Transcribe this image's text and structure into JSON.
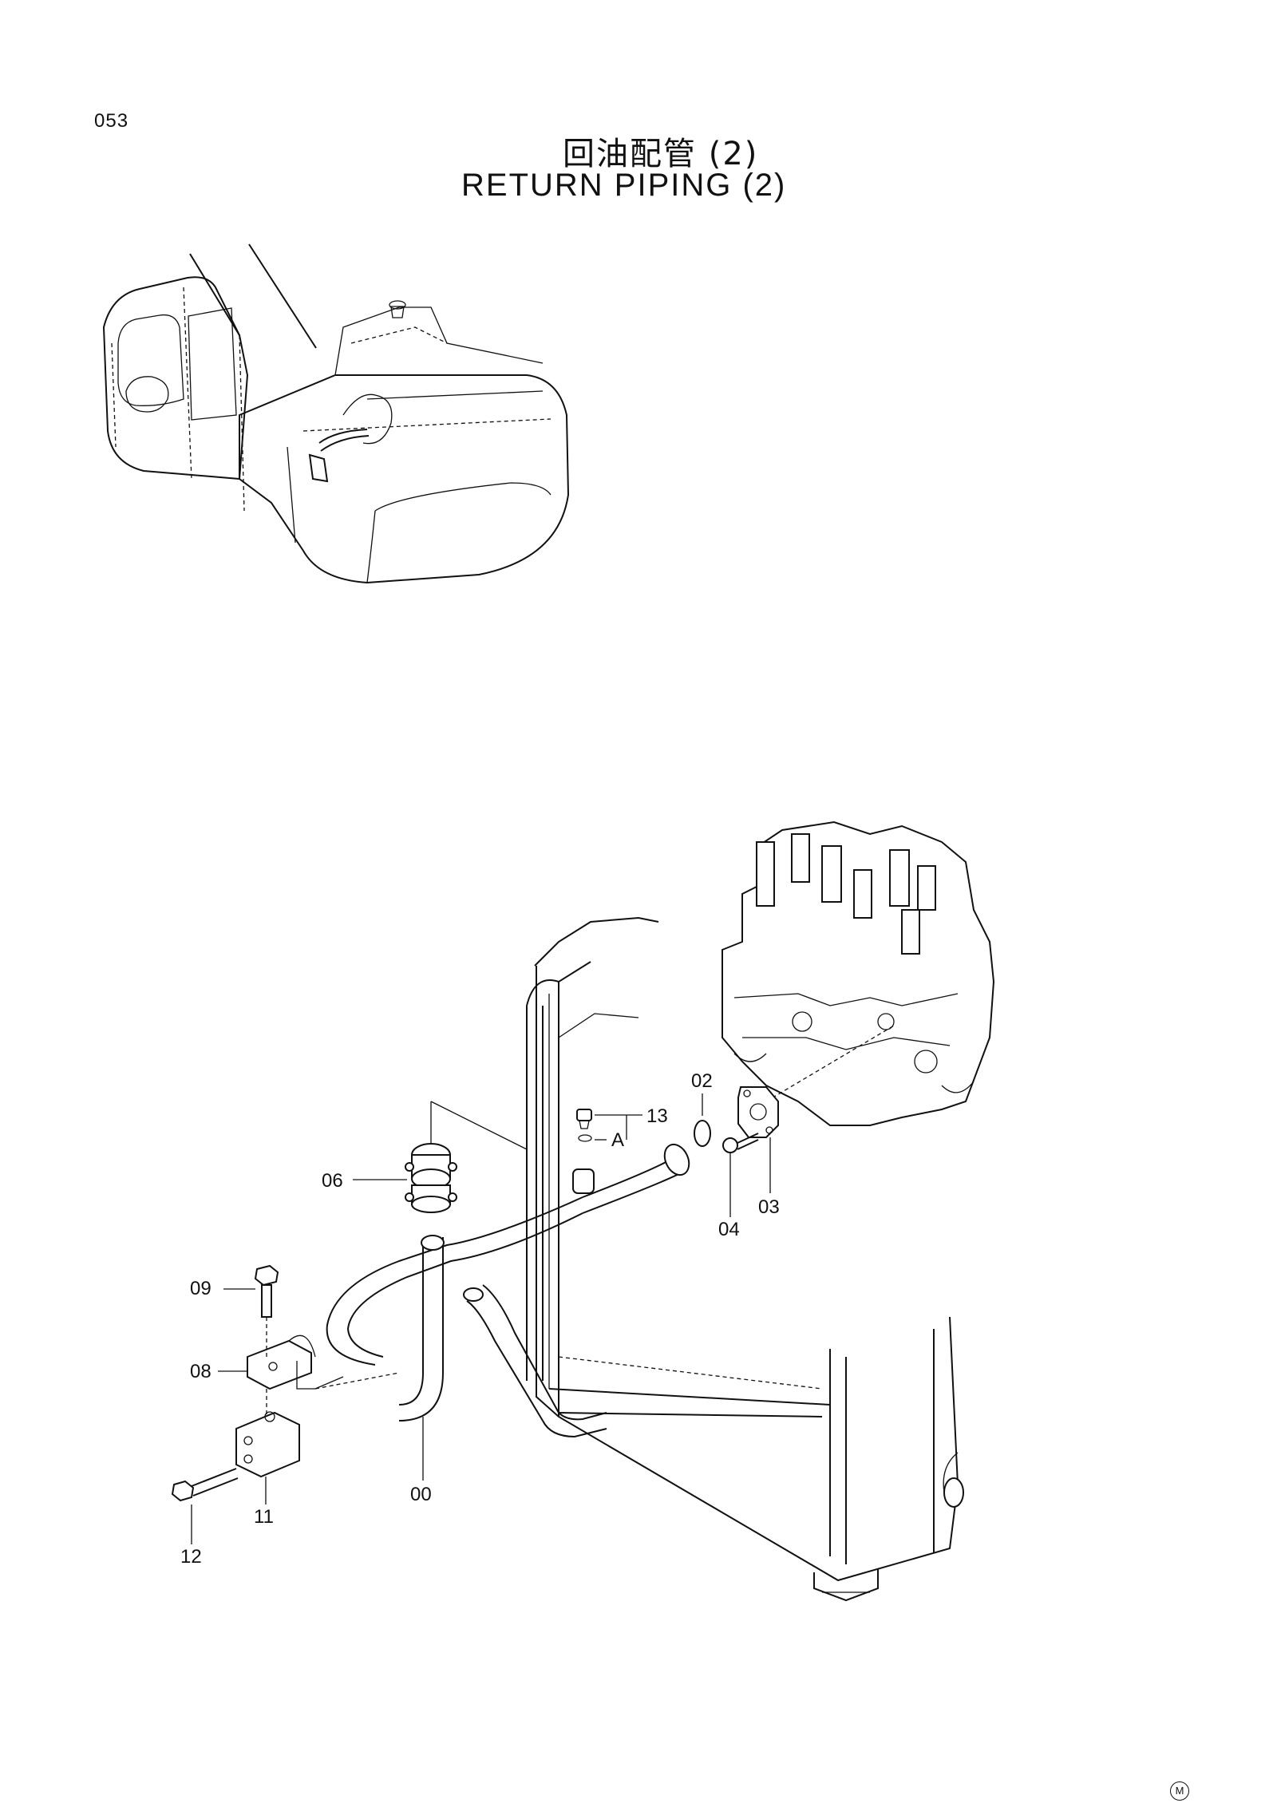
{
  "page_number": "053",
  "title_jp": "回油配管 (2)",
  "title_en": "RETURN  PIPING (2)",
  "footer_mark": "M",
  "callouts": {
    "c00": "00",
    "c02": "02",
    "c03": "03",
    "c04": "04",
    "c06": "06",
    "c08": "08",
    "c09": "09",
    "c11": "11",
    "c12": "12",
    "c13": "13",
    "cA": "A"
  }
}
